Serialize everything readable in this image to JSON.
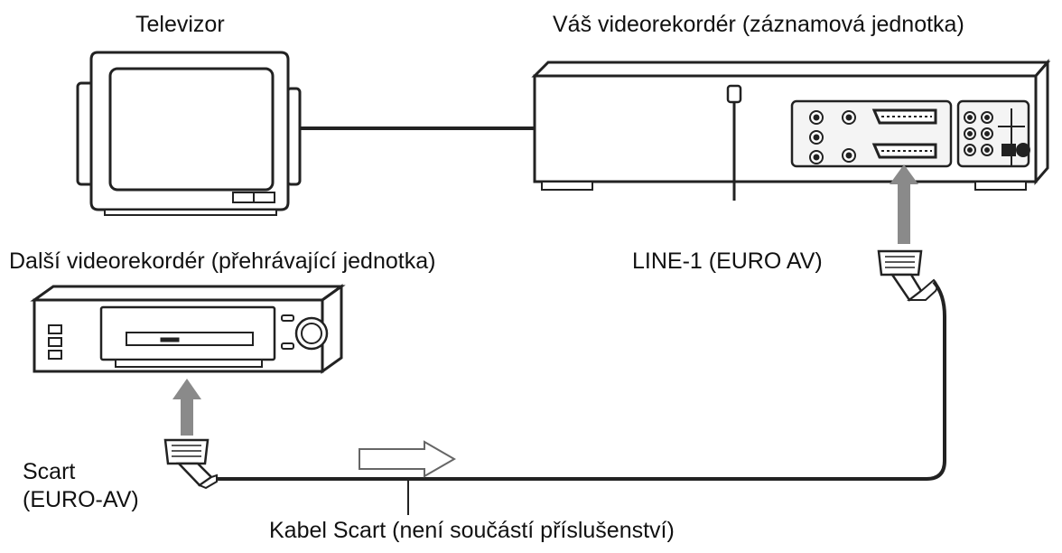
{
  "labels": {
    "tv": "Televizor",
    "recorder": "Váš videorekordér (záznamová jednotka)",
    "player": "Další videorekordér (přehrávající jednotka)",
    "line1": "LINE-1 (EURO AV)",
    "scart_line1": "Scart",
    "scart_line2": "(EURO-AV)",
    "cable": "Kabel Scart (není součástí příslušenství)"
  },
  "colors": {
    "stroke": "#222222",
    "arrow_gray": "#8a8a8a",
    "panel_fill": "#f4f4f4"
  }
}
